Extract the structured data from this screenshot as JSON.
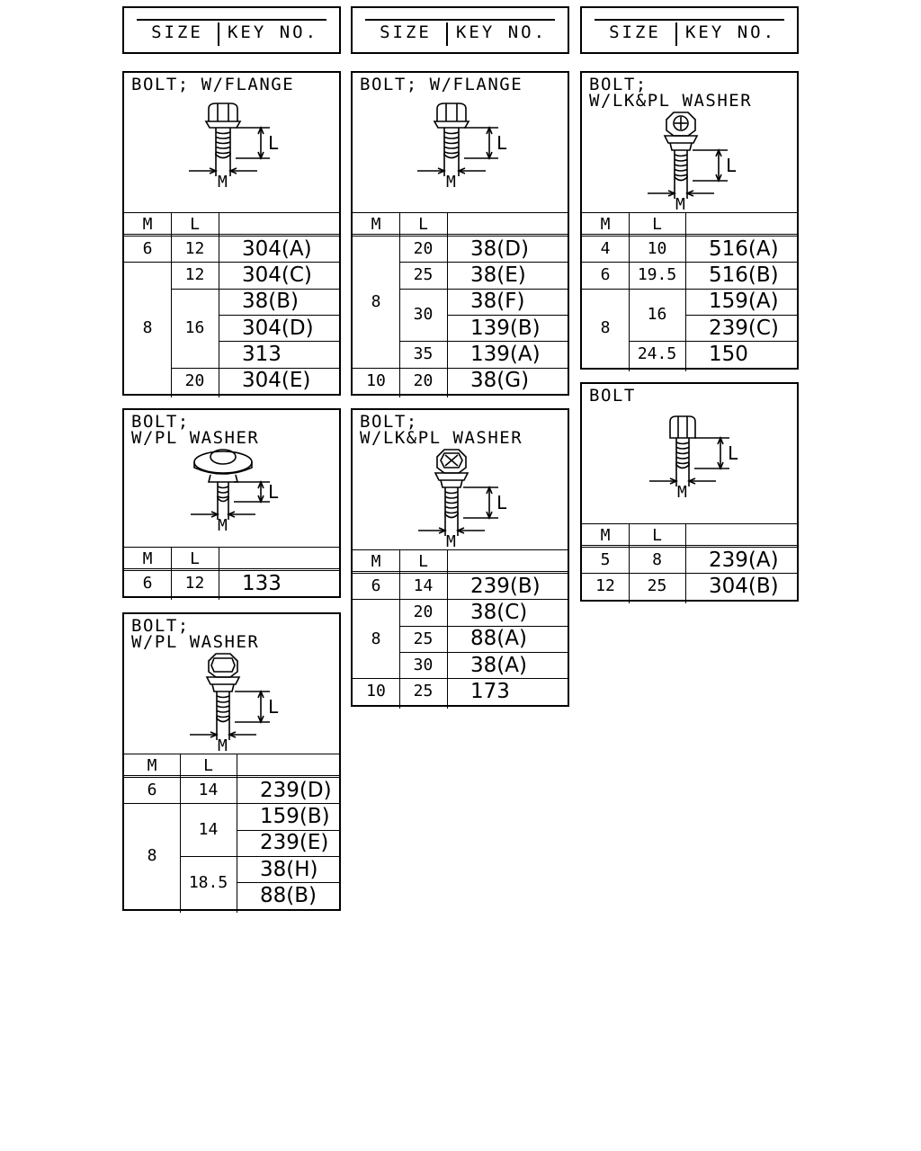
{
  "header": {
    "size_label": "SIZE",
    "key_label": "KEY NO."
  },
  "columns": {
    "m": "M",
    "l": "L"
  },
  "dims": {
    "length": "L",
    "diameter": "M"
  },
  "panels": {
    "p1": {
      "title": "BOLT; W/FLANGE",
      "rows": [
        {
          "m": "6",
          "l": "12",
          "key": "304(A)"
        },
        {
          "m": "8",
          "l": "12",
          "key": "304(C)"
        },
        {
          "m": "",
          "l": "16",
          "key": "38(B)"
        },
        {
          "m": "",
          "l": "",
          "key": "304(D)"
        },
        {
          "m": "",
          "l": "",
          "key": "313"
        },
        {
          "m": "",
          "l": "20",
          "key": "304(E)"
        }
      ]
    },
    "p2": {
      "title": "BOLT; W/FLANGE",
      "rows": [
        {
          "m": "8",
          "l": "20",
          "key": "38(D)"
        },
        {
          "m": "",
          "l": "25",
          "key": "38(E)"
        },
        {
          "m": "",
          "l": "30",
          "key": "38(F)"
        },
        {
          "m": "",
          "l": "",
          "key": "139(B)"
        },
        {
          "m": "",
          "l": "35",
          "key": "139(A)"
        },
        {
          "m": "10",
          "l": "20",
          "key": "38(G)"
        }
      ]
    },
    "p3": {
      "title": "BOLT;\nW/LK&PL WASHER",
      "rows": [
        {
          "m": "4",
          "l": "10",
          "key": "516(A)"
        },
        {
          "m": "6",
          "l": "19.5",
          "key": "516(B)"
        },
        {
          "m": "8",
          "l": "16",
          "key": "159(A)"
        },
        {
          "m": "",
          "l": "",
          "key": "239(C)"
        },
        {
          "m": "",
          "l": "24.5",
          "key": "150"
        }
      ]
    },
    "p4": {
      "title": "BOLT;\nW/PL WASHER",
      "rows": [
        {
          "m": "6",
          "l": "12",
          "key": "133"
        }
      ]
    },
    "p5": {
      "title": "BOLT;\nW/LK&PL WASHER",
      "rows": [
        {
          "m": "6",
          "l": "14",
          "key": "239(B)"
        },
        {
          "m": "8",
          "l": "20",
          "key": "38(C)"
        },
        {
          "m": "",
          "l": "25",
          "key": "88(A)"
        },
        {
          "m": "",
          "l": "30",
          "key": "38(A)"
        },
        {
          "m": "10",
          "l": "25",
          "key": "173"
        }
      ]
    },
    "p6": {
      "title": "BOLT",
      "rows": [
        {
          "m": "5",
          "l": "8",
          "key": "239(A)"
        },
        {
          "m": "12",
          "l": "25",
          "key": "304(B)"
        }
      ]
    },
    "p7": {
      "title": "BOLT;\nW/PL WASHER",
      "rows": [
        {
          "m": "6",
          "l": "14",
          "key": "239(D)"
        },
        {
          "m": "8",
          "l": "14",
          "key": "159(B)"
        },
        {
          "m": "",
          "l": "",
          "key": "239(E)"
        },
        {
          "m": "",
          "l": "18.5",
          "key": "38(H)"
        },
        {
          "m": "",
          "l": "",
          "key": "88(B)"
        }
      ]
    }
  }
}
